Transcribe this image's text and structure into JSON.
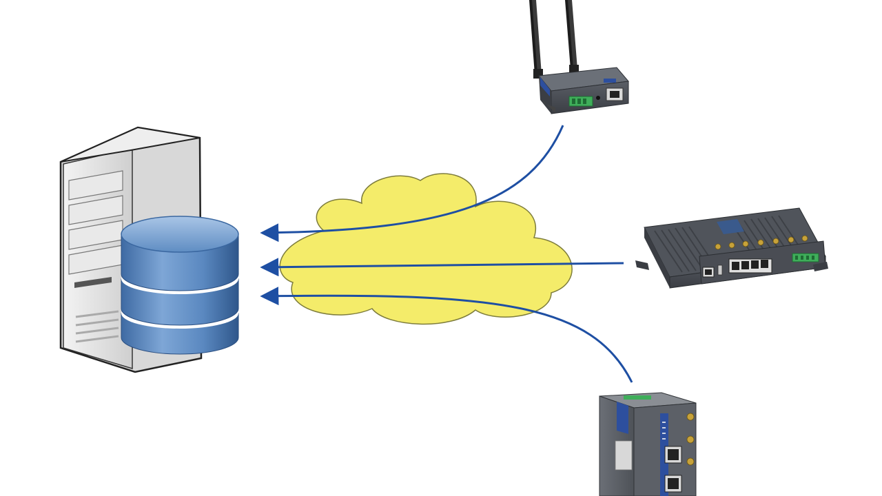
{
  "diagram": {
    "nodes": [
      {
        "id": "server",
        "kind": "server-with-database",
        "icon": "database-server-icon"
      },
      {
        "id": "cloud",
        "kind": "network-cloud",
        "icon": "cloud-icon"
      },
      {
        "id": "router-top",
        "kind": "dual-antenna-4g-router",
        "icon": "router-icon"
      },
      {
        "id": "gateway-middle",
        "kind": "industrial-multi-port-router",
        "icon": "gateway-icon"
      },
      {
        "id": "modem-bottom",
        "kind": "din-rail-cellular-router",
        "icon": "din-rail-router-icon"
      }
    ],
    "edges": [
      {
        "from": "router-top",
        "to": "server",
        "style": "curved-arrow"
      },
      {
        "from": "gateway-middle",
        "to": "server",
        "style": "straight-arrow"
      },
      {
        "from": "modem-bottom",
        "to": "server",
        "style": "curved-arrow"
      }
    ],
    "colors": {
      "background": "#ffffff",
      "cloud_fill": "#f4ec6a",
      "cloud_stroke": "#7d7c3c",
      "arrow": "#1e4fa3",
      "database_blue": "#4f7fb8",
      "server_gray": "#e3e3e3",
      "device_dark": "#4c5058",
      "device_blue_accent": "#2d4f9e",
      "terminal_green": "#3fae5a"
    }
  }
}
